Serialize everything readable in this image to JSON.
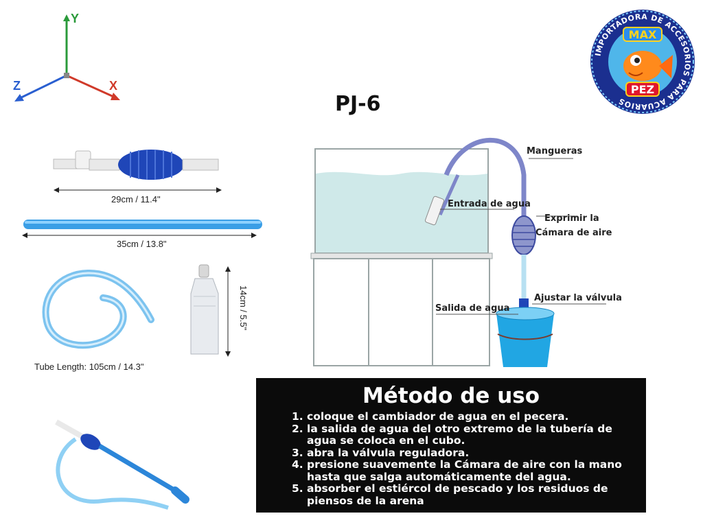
{
  "axes": {
    "y": "Y",
    "x": "X",
    "z": "Z"
  },
  "logo": {
    "ring_text": "IMPORTADORA DE ACCESORIOS PARA ACUARIOS",
    "top_word": "MAX",
    "bottom_word": "PEZ"
  },
  "title": "PJ-6",
  "parts": {
    "pump_length": "29cm / 11.4\"",
    "rod_length": "35cm / 13.8\"",
    "tube_length": "Tube Length: 105cm /  14.3\"",
    "nozzle_length": "14cm / 5.5\""
  },
  "diagram": {
    "hoses": "Mangueras",
    "water_inlet": "Entrada de agua",
    "squeeze_line1": "Exprimir la",
    "squeeze_line2": "Cámara de aire",
    "adjust_valve": "Ajustar la válvula",
    "water_outlet": "Salida de agua"
  },
  "method": {
    "title": "Método de uso",
    "steps": [
      {
        "num": "1.",
        "text": "coloque el cambiador de agua en el pecera."
      },
      {
        "num": "2.",
        "text": "la salida de agua del otro extremo de la tubería de agua se coloca en el cubo."
      },
      {
        "num": "3.",
        "text": "abra la válvula reguladora."
      },
      {
        "num": "4.",
        "text": "presione suavemente la Cámara de aire con la mano hasta que salga automáticamente del agua."
      },
      {
        "num": "5.",
        "text": "absorber el estiércol de pescado y los residuos de piensos de la arena"
      }
    ]
  },
  "colors": {
    "pump_blue": "#1f46b8",
    "tube_blue": "#3a9ee6",
    "axis_y": "#2a9a3a",
    "axis_x": "#d03a2a",
    "axis_z": "#2a5fd0",
    "water": "#cfe9e9",
    "bucket": "#21a6e3"
  }
}
